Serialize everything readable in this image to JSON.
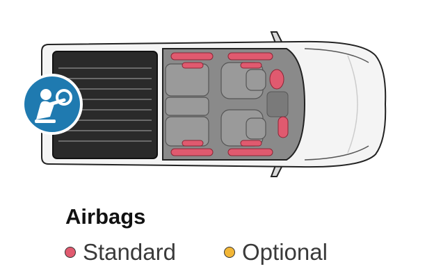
{
  "title": "Airbags",
  "legend": [
    {
      "label": "Standard",
      "color": "#e05a6f"
    },
    {
      "label": "Optional",
      "color": "#f2b636"
    }
  ],
  "badge": {
    "icon": "airbag-icon",
    "color": "#1f7ab0"
  },
  "colors": {
    "airbag": "#e05a6f",
    "interior": "#8a8a8a",
    "bed": "#2a2a2a",
    "body": "#f2f2f2"
  }
}
